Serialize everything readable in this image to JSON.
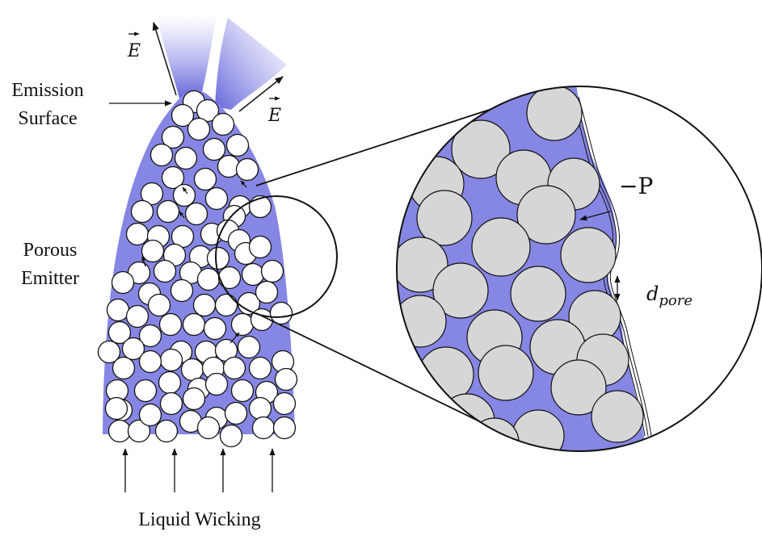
{
  "labels": {
    "emission_line1": "Emission",
    "emission_line2": "Surface",
    "porous_line1": "Porous",
    "porous_line2": "Emitter",
    "wicking": "Liquid Wicking",
    "field_symbol": "E",
    "pressure": "−P",
    "pore_base": "d",
    "pore_sub": "pore"
  },
  "colors": {
    "liquid": "#8686e4",
    "particle_fill": "#ffffff",
    "particle_zoom_fill": "#d6d6d6",
    "outline": "#111111",
    "plume": "#7070e0"
  }
}
